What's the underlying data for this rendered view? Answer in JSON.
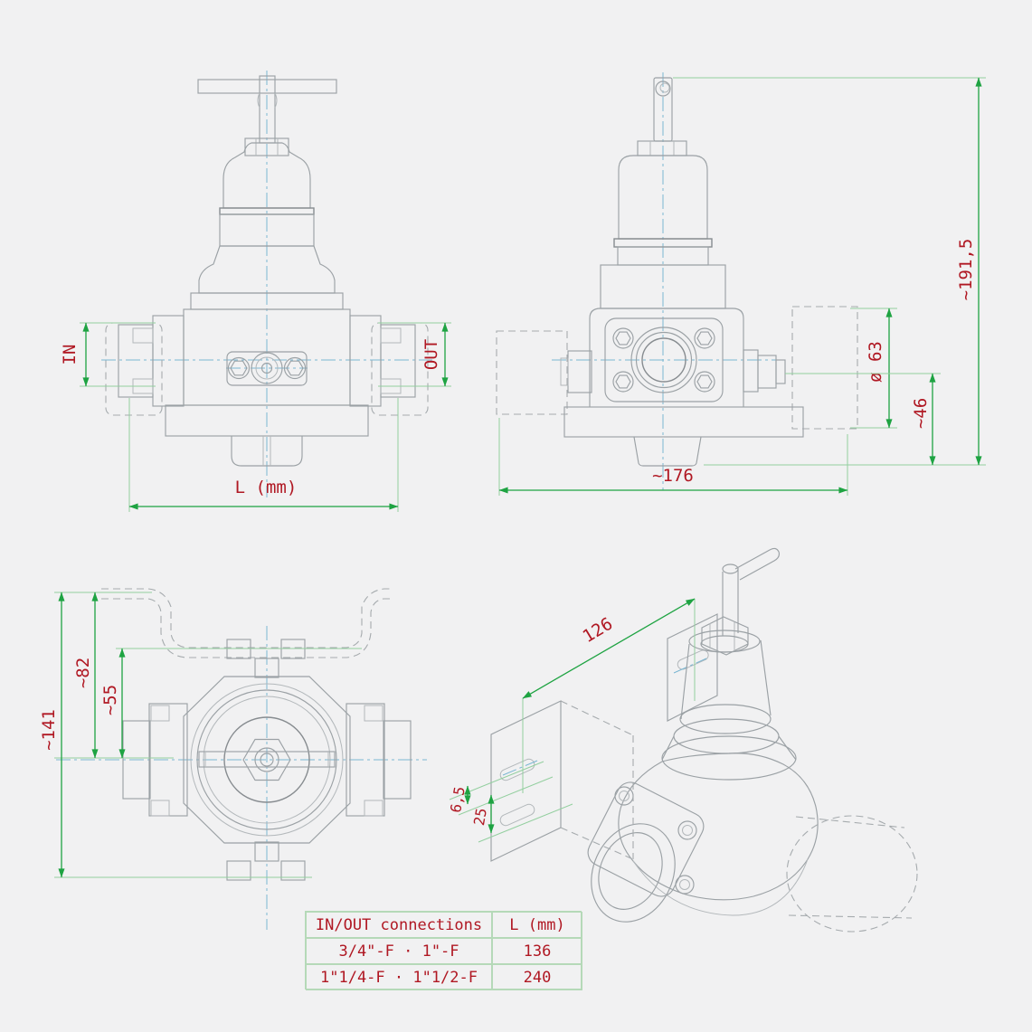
{
  "drawing_title": "pressure-regulator-technical-drawing",
  "colors": {
    "background": "#f1f1f2",
    "dimension_green": "#1ea342",
    "extension_green": "#93cf9f",
    "label_red": "#b01823",
    "line_gray": "#9ba1a5",
    "centerline_blue": "#7ab6d2",
    "table_border_green": "#b5d9b8"
  },
  "views": {
    "front": {
      "labels": {
        "inlet": "IN",
        "outlet": "OUT",
        "length": "L (mm)"
      }
    },
    "side": {
      "dims": {
        "total_height": "~191,5",
        "diameter": "ø 63",
        "outlet_height": "~46",
        "total_width": "~176"
      }
    },
    "top": {
      "dims": {
        "total_depth": "~141",
        "bracket_depth": "~82",
        "body_depth": "~55"
      }
    },
    "iso": {
      "dims": {
        "hole_spacing": "126",
        "slot_width": "6,5",
        "slot_pitch": "25"
      }
    }
  },
  "table": {
    "headers": [
      "IN/OUT connections",
      "L (mm)"
    ],
    "rows": [
      [
        "3/4\"-F · 1\"-F",
        "136"
      ],
      [
        "1\"1/4-F · 1\"1/2-F",
        "240"
      ]
    ]
  }
}
